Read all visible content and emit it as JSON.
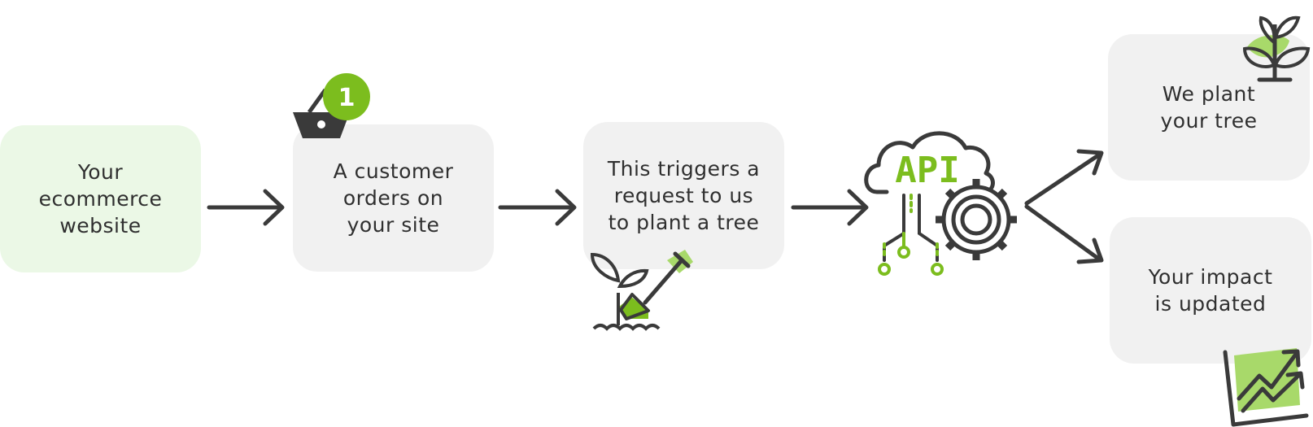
{
  "steps": [
    {
      "id": "website",
      "label": "Your\necommerce\nwebsite"
    },
    {
      "id": "order",
      "label": "A customer\norders on\nyour site"
    },
    {
      "id": "trigger",
      "label": "This triggers a\nrequest to us\nto plant a tree"
    },
    {
      "id": "plant",
      "label": "We plant\nyour tree"
    },
    {
      "id": "impact",
      "label": "Your impact\nis updated"
    }
  ],
  "badge": {
    "count": "1"
  },
  "api_label": "API",
  "icons": [
    "basket-icon",
    "shovel-sprout-icon",
    "api-cloud-gear-icon",
    "plant-icon",
    "growth-chart-icon"
  ],
  "colors": {
    "accent": "#7cbd1e",
    "accent_light": "#a8d96a",
    "dark": "#3a3a3a",
    "card_green": "#ebf8e6",
    "card_grey": "#f1f1f1"
  }
}
